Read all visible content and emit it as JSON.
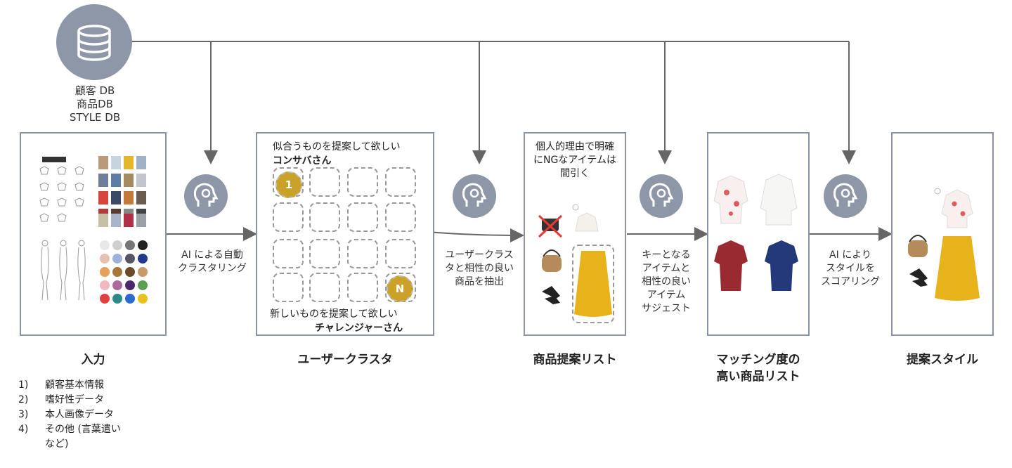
{
  "db": {
    "labels": [
      "顧客 DB",
      "商品DB",
      "STYLE DB"
    ],
    "icon": "database-icon"
  },
  "stages": {
    "input": {
      "title": "入力"
    },
    "cluster": {
      "title": "ユーザークラスタ",
      "top_text": "似合うものを提案して欲しい",
      "top_bold": "コンサバさん",
      "bottom_text": "新しいものを提案して欲しい",
      "bottom_bold": "チャレンジャーさん",
      "badge_first": "1",
      "badge_last": "N"
    },
    "list": {
      "title": "商品提案リスト",
      "note": [
        "個人的理由で明確",
        "にNGなアイテムは",
        "間引く"
      ]
    },
    "match": {
      "title": [
        "マッチング度の",
        "高い商品リスト"
      ]
    },
    "style": {
      "title": "提案スタイル"
    }
  },
  "edges": {
    "e1": [
      "AI による自動",
      "クラスタリング"
    ],
    "e2": [
      "ユーザークラス",
      "タと相性の良い",
      "商品を抽出"
    ],
    "e3": [
      "キーとなる",
      "アイテムと",
      "相性の良い",
      "アイテム",
      "サジェスト"
    ],
    "e4": [
      "AI により",
      "スタイルを",
      "スコアリング"
    ]
  },
  "input_list": [
    {
      "num": "1)",
      "text": "顧客基本情報"
    },
    {
      "num": "2)",
      "text": "嗜好性データ"
    },
    {
      "num": "3)",
      "text": "本人画像データ"
    },
    {
      "num": "4)",
      "text": "その他 (言葉遣い"
    },
    {
      "num": "",
      "text": "など)"
    }
  ],
  "icons": {
    "ai": "ai-head-gear-icon"
  },
  "colors": {
    "node": "#8e97a8",
    "edge": "#666666",
    "border": "#8a94a6",
    "badge": "#c9a227",
    "skirt": "#e8b21b"
  }
}
